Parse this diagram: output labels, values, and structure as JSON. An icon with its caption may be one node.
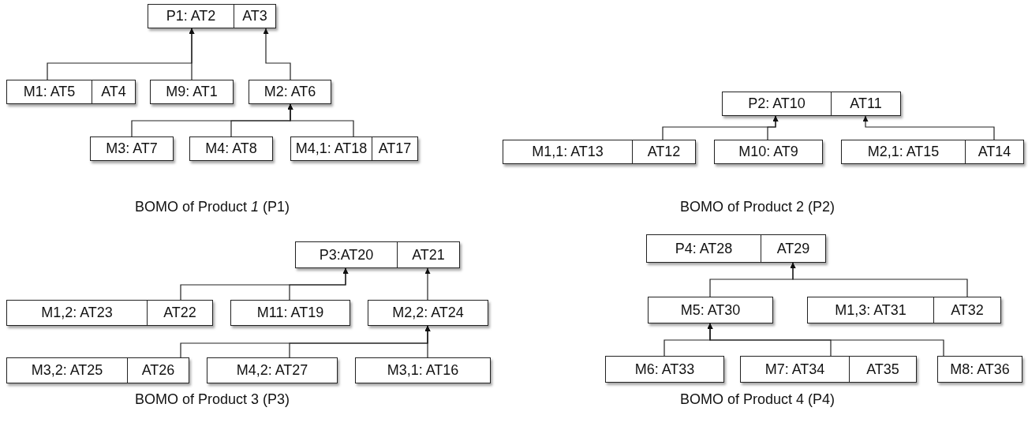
{
  "diagram": {
    "nodes": [
      {
        "text": [
          "P1: AT2",
          "AT3"
        ]
      },
      {
        "text": [
          "M1: AT5",
          "AT4"
        ]
      },
      {
        "text": [
          "M9: AT1"
        ]
      },
      {
        "text": [
          "M2: AT6"
        ]
      },
      {
        "text": [
          "M3: AT7"
        ]
      },
      {
        "text": [
          "M4: AT8"
        ]
      },
      {
        "text": [
          "M4,1: AT18",
          "AT17"
        ]
      },
      {
        "text": [
          "P2: AT10",
          "AT11"
        ]
      },
      {
        "text": [
          "M1,1: AT13",
          "AT12"
        ]
      },
      {
        "text": [
          "M10: AT9"
        ]
      },
      {
        "text": [
          "M2,1: AT15",
          "AT14"
        ]
      },
      {
        "text": [
          "P3:AT20",
          "AT21"
        ]
      },
      {
        "text": [
          "M1,2: AT23",
          "AT22"
        ]
      },
      {
        "text": [
          "M11: AT19"
        ]
      },
      {
        "text": [
          "M2,2: AT24"
        ]
      },
      {
        "text": [
          "M3,2: AT25",
          "AT26"
        ]
      },
      {
        "text": [
          "M4,2: AT27"
        ]
      },
      {
        "text": [
          "M3,1: AT16"
        ]
      },
      {
        "text": [
          "P4: AT28",
          "AT29"
        ]
      },
      {
        "text": [
          "M5: AT30"
        ]
      },
      {
        "text": [
          "M1,3: AT31",
          "AT32"
        ]
      },
      {
        "text": [
          "M6: AT33"
        ]
      },
      {
        "text": [
          "M7: AT34",
          "AT35"
        ]
      },
      {
        "text": [
          "M8: AT36"
        ]
      }
    ],
    "edges": [
      {
        "from": 1,
        "to": 0,
        "arrow": "to"
      },
      {
        "from": 2,
        "to": 0,
        "arrow": "to"
      },
      {
        "from": 3,
        "to": 0,
        "arrow": "to"
      },
      {
        "from": 4,
        "to": 3,
        "arrow": "to"
      },
      {
        "from": 5,
        "to": 3,
        "arrow": "to"
      },
      {
        "from": 6,
        "to": 3,
        "arrow": "to"
      },
      {
        "from": 8,
        "to": 7,
        "arrow": "to"
      },
      {
        "from": 9,
        "to": 7,
        "arrow": "to"
      },
      {
        "from": 10,
        "to": 7,
        "arrow": "to"
      },
      {
        "from": 12,
        "to": 11,
        "arrow": "to"
      },
      {
        "from": 13,
        "to": 11,
        "arrow": "to"
      },
      {
        "from": 14,
        "to": 11,
        "arrow": "to"
      },
      {
        "from": 15,
        "to": 14,
        "arrow": "to"
      },
      {
        "from": 16,
        "to": 14,
        "arrow": "to"
      },
      {
        "from": 17,
        "to": 14,
        "arrow": "to"
      },
      {
        "from": 19,
        "to": 18,
        "arrow": "to"
      },
      {
        "from": 20,
        "to": 18,
        "arrow": "to"
      },
      {
        "from": 21,
        "to": 19,
        "arrow": "to"
      },
      {
        "from": 22,
        "to": 19,
        "arrow": "to"
      },
      {
        "from": 23,
        "to": 19,
        "arrow": "to"
      }
    ],
    "labels": [
      "BOMO of Product *1* (P1)",
      "BOMO of Product 2 (P2)",
      "BOMO of Product 3 (P3)",
      "BOMO of Product 4 (P4)"
    ]
  }
}
